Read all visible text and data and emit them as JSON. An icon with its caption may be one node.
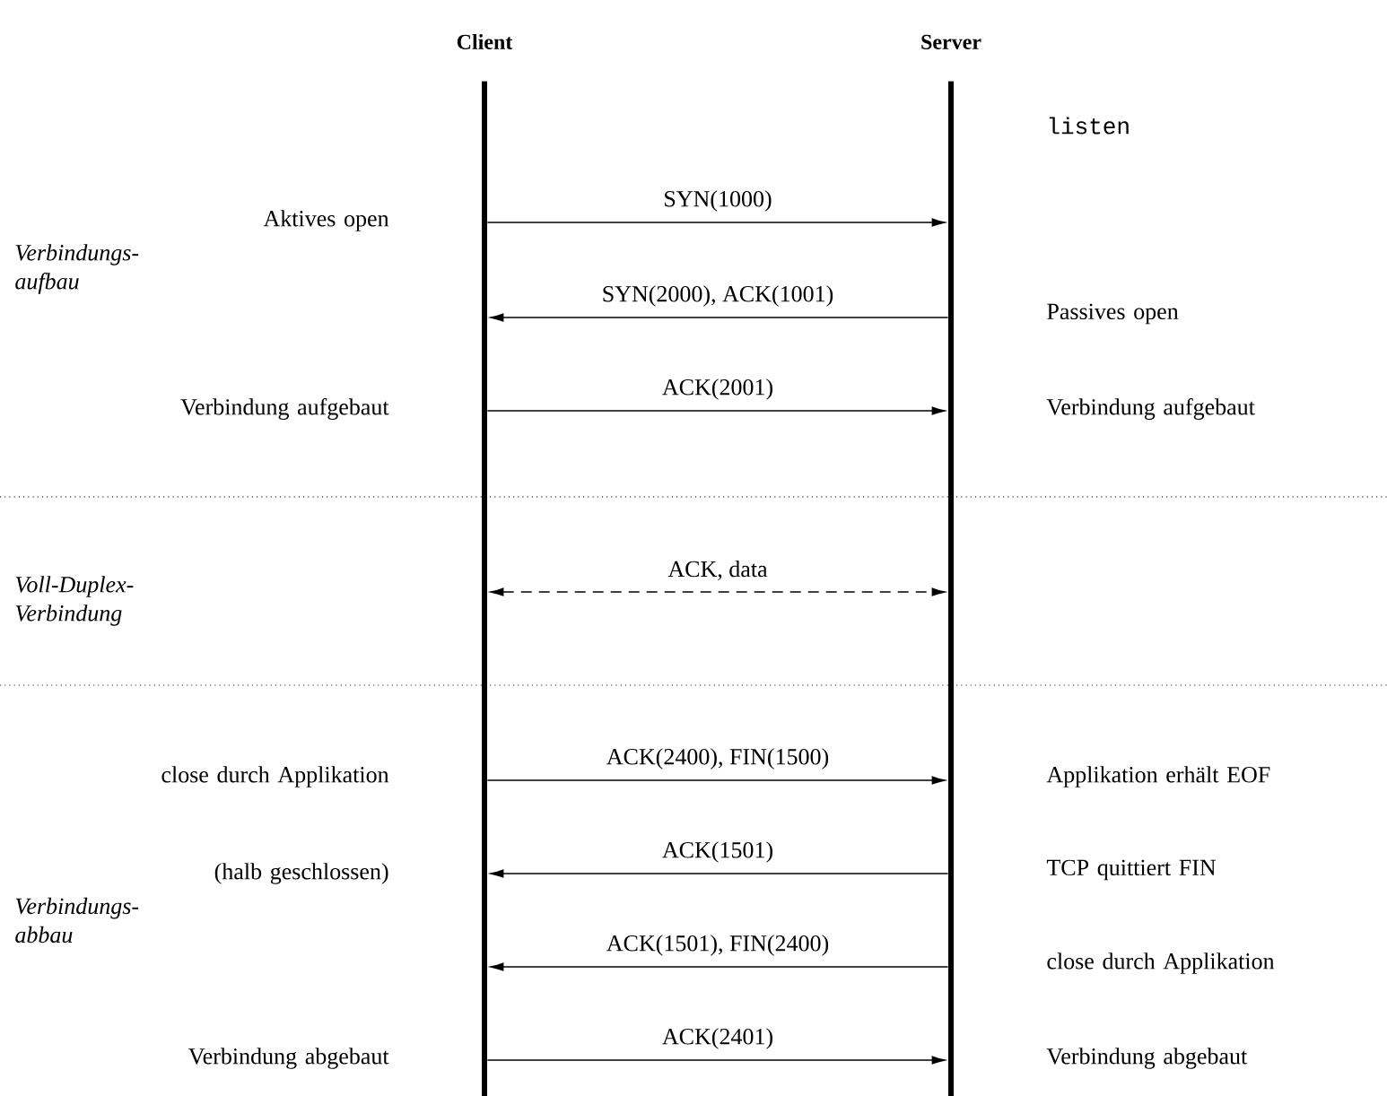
{
  "diagram": {
    "nodes": [
      {
        "text": [
          "Client"
        ]
      },
      {
        "text": [
          "Server"
        ]
      }
    ],
    "edges": [
      {
        "from": 0,
        "to": 1,
        "arrow": "to",
        "label": "SYN(1000)"
      },
      {
        "from": 1,
        "to": 0,
        "arrow": "to",
        "label": "SYN(2000), ACK(1001)"
      },
      {
        "from": 0,
        "to": 1,
        "arrow": "to",
        "label": "ACK(2001)"
      },
      {
        "from": 0,
        "to": 1,
        "arrow": "both",
        "label": "ACK, data",
        "style": "dashed"
      },
      {
        "from": 0,
        "to": 1,
        "arrow": "to",
        "label": "ACK(2400), FIN(1500)"
      },
      {
        "from": 1,
        "to": 0,
        "arrow": "to",
        "label": "ACK(1501)"
      },
      {
        "from": 1,
        "to": 0,
        "arrow": "to",
        "label": "ACK(1501), FIN(2400)"
      },
      {
        "from": 0,
        "to": 1,
        "arrow": "to",
        "label": "ACK(2401)"
      }
    ],
    "labels": [
      "listen",
      "Aktives open",
      "Verbindungs- aufbau",
      "Passives open",
      "Verbindung aufgebaut",
      "Verbindung aufgebaut",
      "Voll-Duplex- Verbindung",
      "close durch Applikation",
      "Applikation erhält EOF",
      "(halb geschlossen)",
      "Verbindungs- abbau",
      "TCP quittiert FIN",
      "close durch Applikation",
      "Verbindung abgebaut",
      "Verbindung abgebaut"
    ]
  }
}
